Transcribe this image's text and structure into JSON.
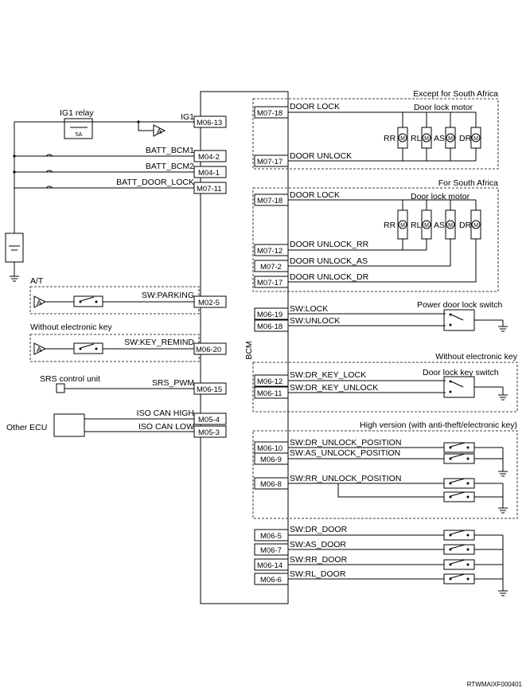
{
  "bcm": {
    "label": "BCM"
  },
  "left": {
    "ig1_relay": "IG1 relay",
    "ig1": "IG1",
    "relay_rating": "5A",
    "batt_bcm1": "BATT_BCM1",
    "batt_bcm2": "BATT_BCM2",
    "batt_door_lock": "BATT_DOOR_LOCK",
    "at": "A/T",
    "sw_parking": "SW:PARKING",
    "without_key": "Without electronic key",
    "sw_key_remind": "SW:KEY_REMIND",
    "srs_unit": "SRS control unit",
    "srs_pwm": "SRS_PWM",
    "other_ecu": "Other ECU",
    "iso_can_high": "ISO CAN HIGH",
    "iso_can_low": "ISO CAN LOW",
    "a_marker": "A"
  },
  "pins": {
    "m06_13": "M06-13",
    "m04_2": "M04-2",
    "m04_1": "M04-1",
    "m07_11": "M07-11",
    "m02_5": "M02-5",
    "m06_20": "M06-20",
    "m06_15": "M06-15",
    "m05_4": "M05-4",
    "m05_3": "M05-3",
    "m07_18": "M07-18",
    "m07_17": "M07-17",
    "m07_12": "M07-12",
    "m07_2": "M07-2",
    "m06_19": "M06-19",
    "m06_18": "M06-18",
    "m06_12": "M06-12",
    "m06_11": "M06-11",
    "m06_10": "M06-10",
    "m06_9": "M06-9",
    "m06_8": "M06-8",
    "m06_5": "M06-5",
    "m06_7": "M06-7",
    "m06_14": "M06-14",
    "m06_6": "M06-6"
  },
  "right": {
    "except_sa": "Except for South Africa",
    "for_sa": "For South Africa",
    "door_lock_motor": "Door lock motor",
    "door_lock": "DOOR LOCK",
    "door_unlock": "DOOR UNLOCK",
    "door_unlock_rr": "DOOR UNLOCK_RR",
    "door_unlock_as": "DOOR UNLOCK_AS",
    "door_unlock_dr": "DOOR UNLOCK_DR",
    "motor_rr": "RR",
    "motor_rl": "RL",
    "motor_as": "AS",
    "motor_dr": "DR",
    "motor_symbol": "M",
    "power_switch": "Power door lock switch",
    "sw_lock": "SW:LOCK",
    "sw_unlock": "SW:UNLOCK",
    "without_key": "Without electronic key",
    "key_switch": "Door lock key switch",
    "sw_dr_key_lock": "SW:DR_KEY_LOCK",
    "sw_dr_key_unlock": "SW:DR_KEY_UNLOCK",
    "high_version": "High version (with anti-theft/electronic key)",
    "sw_dr_unlock_pos": "SW:DR_UNLOCK_POSITION",
    "sw_as_unlock_pos": "SW:AS_UNLOCK_POSITION",
    "sw_rr_unlock_pos": "SW:RR_UNLOCK_POSITION",
    "sw_dr_door": "SW:DR_DOOR",
    "sw_as_door": "SW:AS_DOOR",
    "sw_rr_door": "SW:RR_DOOR",
    "sw_rl_door": "SW:RL_DOOR"
  },
  "footer": {
    "code": "RTWMAIXF000401"
  }
}
